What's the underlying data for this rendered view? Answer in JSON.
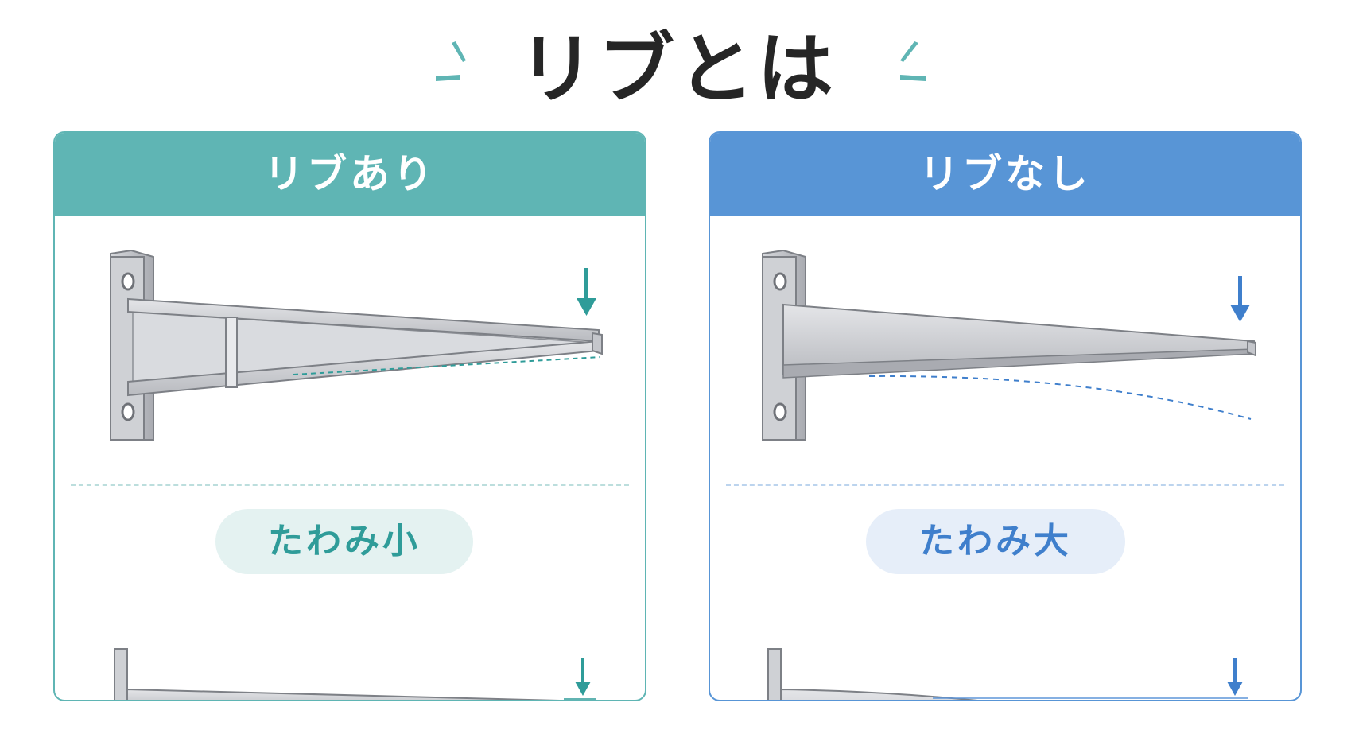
{
  "title": "リブとは",
  "colors": {
    "teal": "#5fb5b4",
    "teal_dark": "#2f9c99",
    "blue": "#5895d6",
    "blue_dark": "#3f7fcc",
    "title_text": "#262626",
    "metal": "#c9cbcf"
  },
  "panels": [
    {
      "id": "with-rib",
      "header": "リブあり",
      "result": "たわみ小"
    },
    {
      "id": "without-rib",
      "header": "リブなし",
      "result": "たわみ大"
    }
  ]
}
